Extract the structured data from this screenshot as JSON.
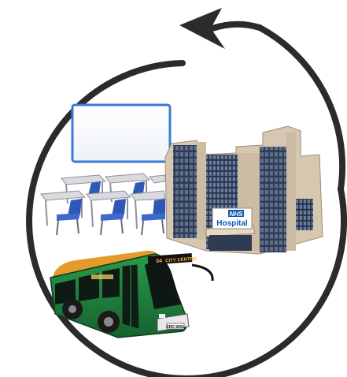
{
  "scene": {
    "icons": {
      "cycle": "circular-arrow-icon",
      "school": "classroom-icon",
      "hospital": "hospital-building-icon",
      "transport": "bus-icon"
    },
    "hospital_sign": {
      "brand": "NHS",
      "label": "Hospital"
    },
    "bus": {
      "route": "04",
      "destination": "CITY CENTRE",
      "plate": "ERD 895L"
    },
    "colors": {
      "ring": "#2b2b2b",
      "whiteboard_frame": "#3b79d6",
      "chair": "#2f57b8",
      "hospital_glass": "#2f3b52",
      "hospital_stone": "#d7c7b1",
      "nhs_blue": "#0a5bb8",
      "bus_body": "#1f7a3c",
      "bus_roof": "#e49b2c"
    }
  }
}
